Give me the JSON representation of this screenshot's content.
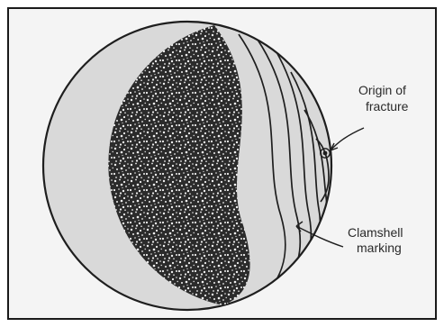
{
  "figure": {
    "labels": {
      "origin_line1": "Origin of",
      "origin_line2": "fracture",
      "clamshell_line1": "Clamshell",
      "clamshell_line2": "marking"
    },
    "colors": {
      "outline": "#1e1e1e",
      "fatigue_zone": "#d9d9d9",
      "fast_fracture_dark": "#2b2b2b",
      "fast_fracture_light": "#efefef",
      "background": "#f4f4f4"
    }
  }
}
